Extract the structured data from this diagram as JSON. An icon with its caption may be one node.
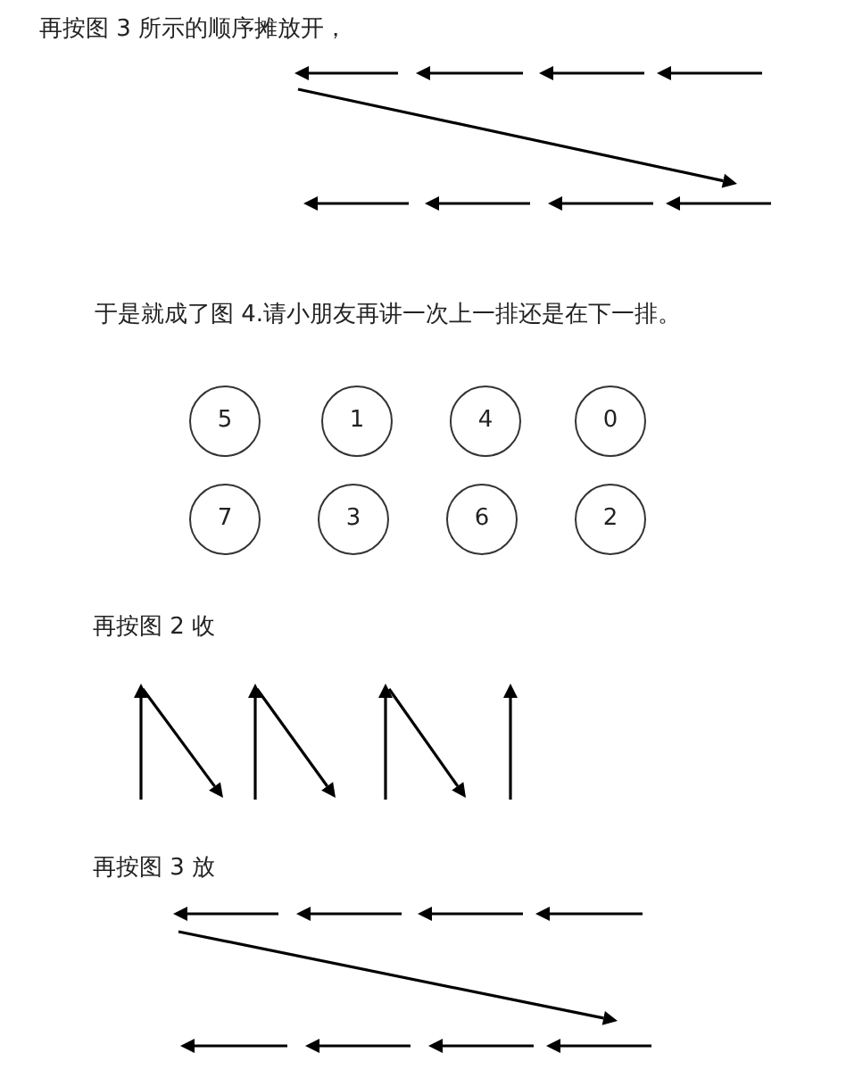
{
  "diagram": {
    "nodes": [
      {
        "text": [
          "5"
        ]
      },
      {
        "text": [
          "1"
        ]
      },
      {
        "text": [
          "4"
        ]
      },
      {
        "text": [
          "0"
        ]
      },
      {
        "text": [
          "7"
        ]
      },
      {
        "text": [
          "3"
        ]
      },
      {
        "text": [
          "6"
        ]
      },
      {
        "text": [
          "2"
        ]
      }
    ],
    "labels": [
      "再按图 3 所示的顺序摊放开，",
      "于是就成了图 4.请小朋友再讲一次上一排还是在下一排。",
      "再按图 2 收",
      "再按图 3 放"
    ]
  }
}
